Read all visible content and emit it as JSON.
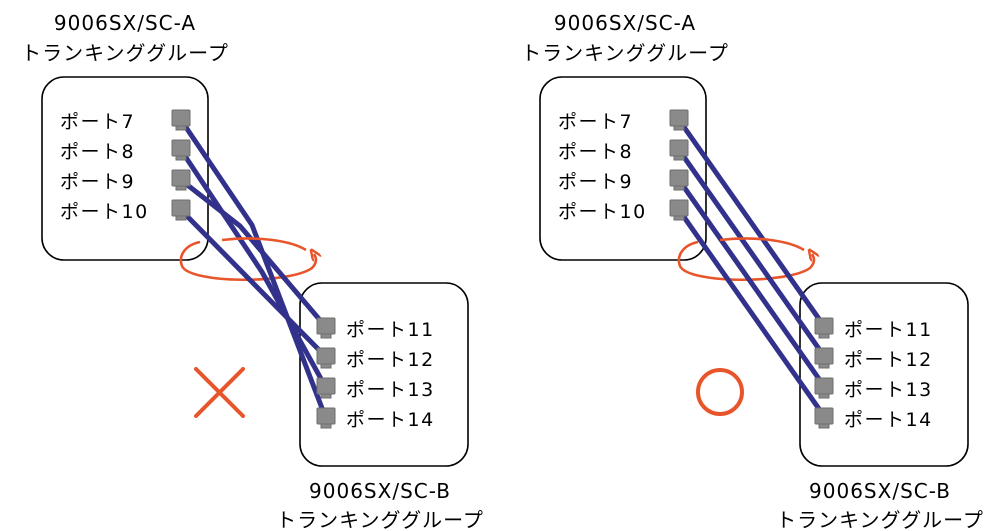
{
  "colors": {
    "cable": "#32328c",
    "arrow": "#e8552a",
    "connector": "#8a8a8a",
    "box_border": "#000000"
  },
  "panels": [
    {
      "id": "left",
      "group_a": {
        "model": "9006SX/SC-A",
        "title": "トランキンググループ",
        "ports": [
          "ポート7",
          "ポート8",
          "ポート9",
          "ポート10"
        ]
      },
      "group_b": {
        "model": "9006SX/SC-B",
        "title": "トランキンググループ",
        "ports": [
          "ポート11",
          "ポート12",
          "ポート13",
          "ポート14"
        ]
      },
      "verdict": "×",
      "verdict_icon": "cross-mark-icon",
      "cabling": "crossed",
      "rotation_icon": "rotation-arrow-icon"
    },
    {
      "id": "right",
      "group_a": {
        "model": "9006SX/SC-A",
        "title": "トランキンググループ",
        "ports": [
          "ポート7",
          "ポート8",
          "ポート9",
          "ポート10"
        ]
      },
      "group_b": {
        "model": "9006SX/SC-B",
        "title": "トランキンググループ",
        "ports": [
          "ポート11",
          "ポート12",
          "ポート13",
          "ポート14"
        ]
      },
      "verdict": "○",
      "verdict_icon": "circle-mark-icon",
      "cabling": "straight",
      "rotation_icon": "rotation-arrow-icon"
    }
  ]
}
